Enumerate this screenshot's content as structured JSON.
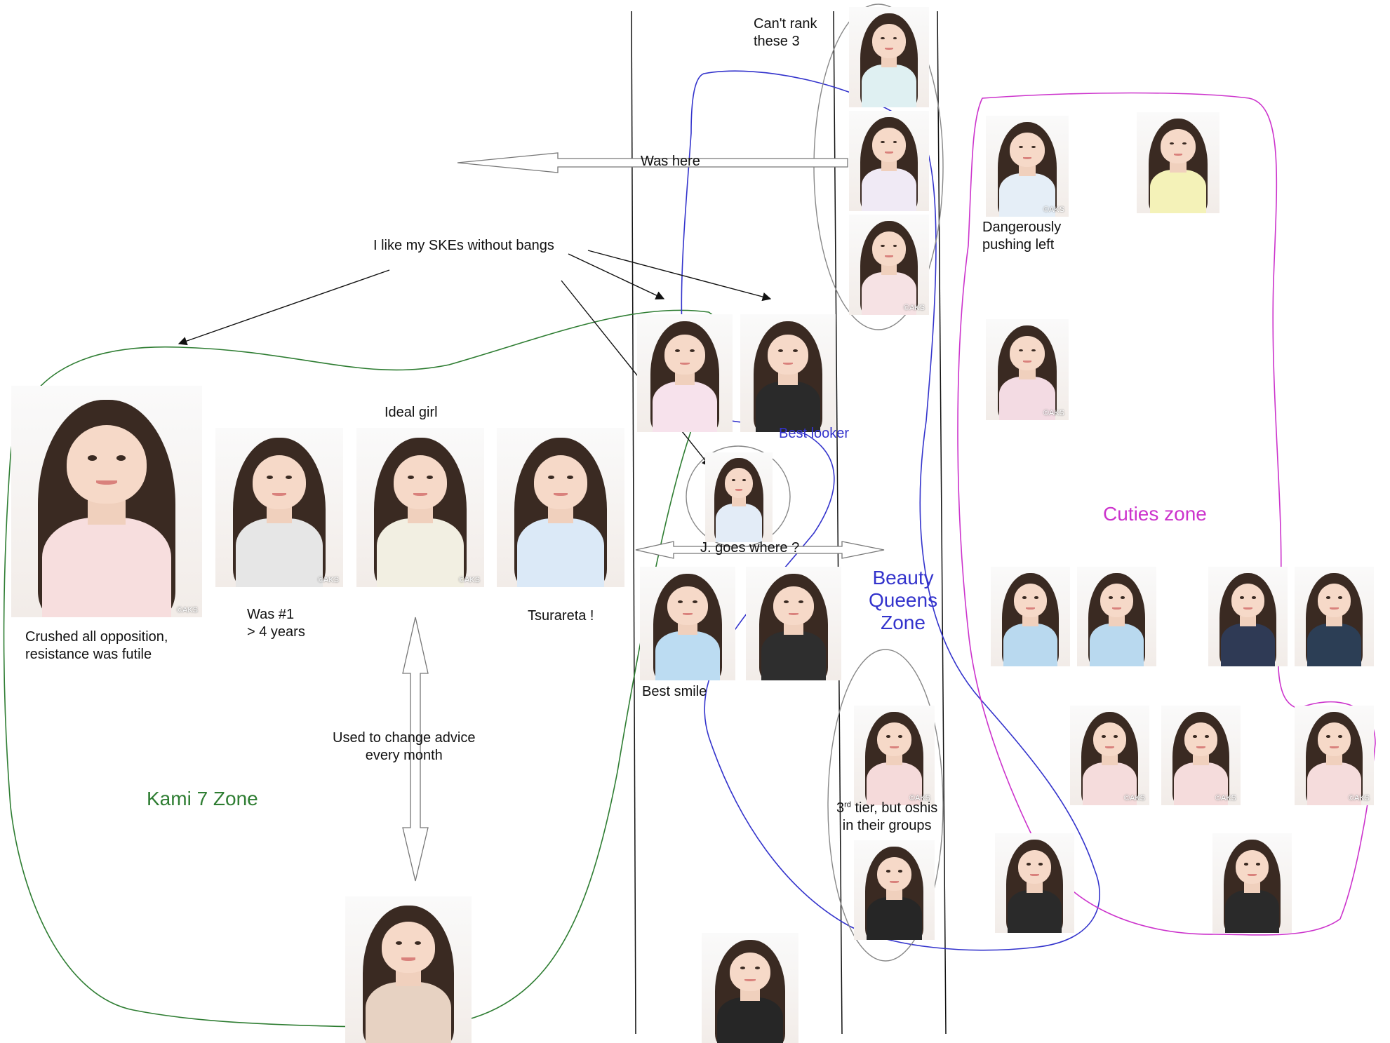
{
  "labels": {
    "cant_rank": [
      "Can't rank",
      "these 3"
    ],
    "was_here": "Was here",
    "like_skes": "I like my SKEs without bangs",
    "dangerously": [
      "Dangerously",
      "pushing left"
    ],
    "ideal_girl": "Ideal girl",
    "best_looker": "Best looker",
    "cuties_zone": "Cuties zone",
    "j_goes_where": "J. goes where ?",
    "beauty_queens": [
      "Beauty",
      "Queens",
      "Zone"
    ],
    "was_1": [
      "Was #1",
      "> 4 years"
    ],
    "tsurareta": "Tsurareta !",
    "crushed": [
      "Crushed all opposition,",
      "resistance was futile"
    ],
    "best_smile": "Best smile",
    "used_to_change": [
      "Used to change advice",
      "every month"
    ],
    "kami7": "Kami 7 Zone",
    "third_tier_num": "3",
    "third_tier_sup": "rd",
    "third_tier_rest": " tier, but oshis",
    "third_tier_line2": "in their groups"
  },
  "photos": [
    {
      "name": "photo-crushed-all",
      "outfit": "#f7dede",
      "wm": "©AKS"
    },
    {
      "name": "photo-was-number-one",
      "outfit": "#e6e6e6",
      "wm": "©AKS"
    },
    {
      "name": "photo-ideal-girl",
      "outfit": "#f2efe2",
      "wm": "©AKS"
    },
    {
      "name": "photo-tsurareta",
      "outfit": "#dbe9f7",
      "wm": ""
    },
    {
      "name": "photo-center-left-1",
      "outfit": "#f7e2ec",
      "wm": ""
    },
    {
      "name": "photo-center-right-1",
      "outfit": "#2a2a2a",
      "wm": ""
    },
    {
      "name": "photo-j",
      "outfit": "#e3ecf7",
      "wm": ""
    },
    {
      "name": "photo-best-smile",
      "outfit": "#bcdcf2",
      "wm": ""
    },
    {
      "name": "photo-center-right-2",
      "outfit": "#2e2e2e",
      "wm": ""
    },
    {
      "name": "photo-center-bottom",
      "outfit": "#262626",
      "wm": ""
    },
    {
      "name": "photo-advice",
      "outfit": "#e7d2c2",
      "wm": ""
    },
    {
      "name": "photo-cant-rank-1",
      "outfit": "#dff0f2",
      "wm": ""
    },
    {
      "name": "photo-cant-rank-2",
      "outfit": "#f0eaf5",
      "wm": ""
    },
    {
      "name": "photo-cant-rank-3",
      "outfit": "#f6e2e4",
      "wm": "©AKS"
    },
    {
      "name": "photo-beauty-1",
      "outfit": "#f5dada",
      "wm": "©AKS"
    },
    {
      "name": "photo-beauty-2",
      "outfit": "#262626",
      "wm": ""
    },
    {
      "name": "photo-dangerously",
      "outfit": "#e5eef7",
      "wm": "©AKS"
    },
    {
      "name": "photo-cuties-top-right",
      "outfit": "#f4f2b8",
      "wm": ""
    },
    {
      "name": "photo-cuties-short-hair",
      "outfit": "#f3dbe3",
      "wm": "©AKS"
    },
    {
      "name": "photo-cuties-row1-1",
      "outfit": "#b9d9ef",
      "wm": ""
    },
    {
      "name": "photo-cuties-row1-2",
      "outfit": "#b9d9ef",
      "wm": ""
    },
    {
      "name": "photo-cuties-row1-3",
      "outfit": "#2f3a55",
      "wm": ""
    },
    {
      "name": "photo-cuties-row1-4",
      "outfit": "#2c3e55",
      "wm": ""
    },
    {
      "name": "photo-cuties-row2-1",
      "outfit": "#f5dcdc",
      "wm": "©AKS"
    },
    {
      "name": "photo-cuties-row2-2",
      "outfit": "#f5dcdc",
      "wm": "©AKS"
    },
    {
      "name": "photo-cuties-row2-3",
      "outfit": "#f5dcdc",
      "wm": "©AKS"
    },
    {
      "name": "photo-outlier-1",
      "outfit": "#2a2a2a",
      "wm": ""
    },
    {
      "name": "photo-outlier-2",
      "outfit": "#2a2a2a",
      "wm": ""
    }
  ],
  "colors": {
    "kami_zone": "#2e7d32",
    "beauty_zone": "#3333cc",
    "cuties_zone": "#cc33cc",
    "arrows": "#111111",
    "ovals": "#888888"
  }
}
